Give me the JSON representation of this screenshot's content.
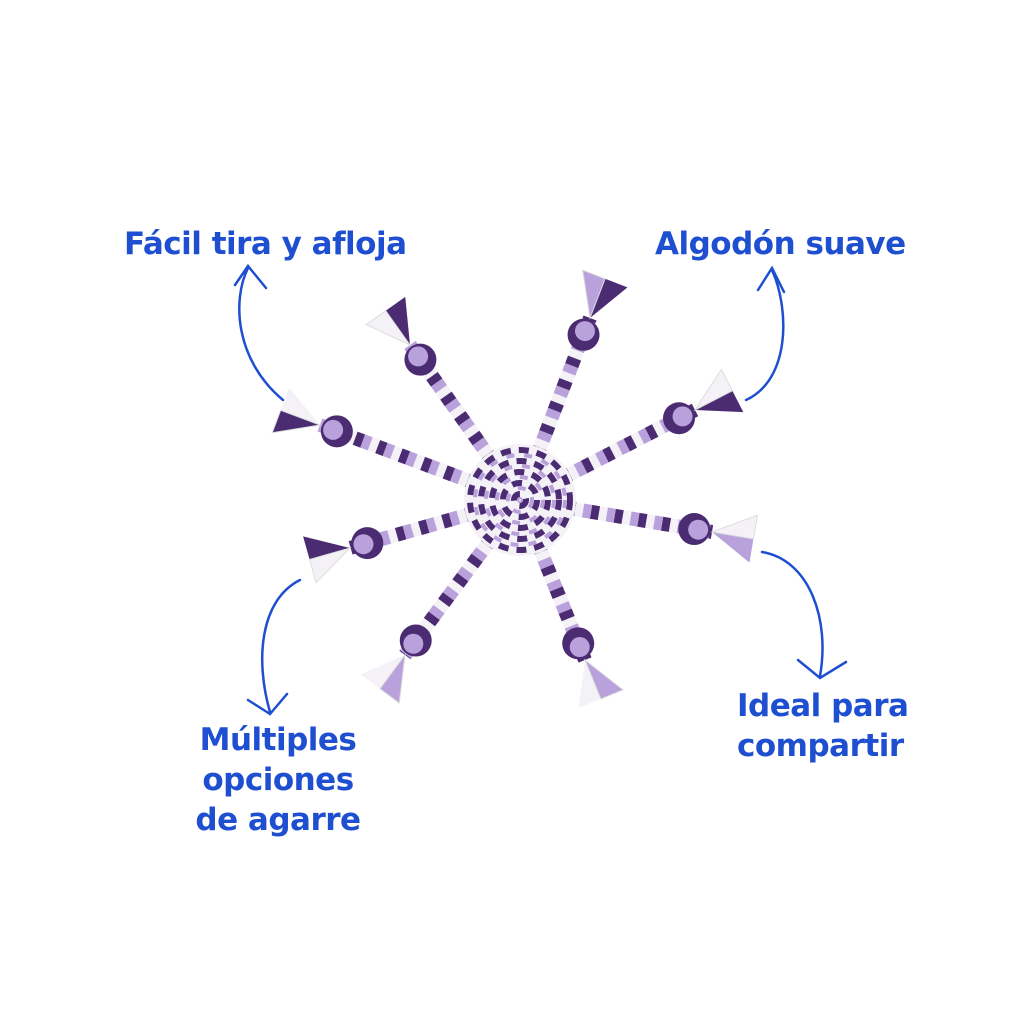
{
  "labels": {
    "top_left": "Fácil tira y afloja",
    "top_right": "Algodón suave",
    "bottom_left_line1": "Múltiples opciones",
    "bottom_left_line2": "de agarre",
    "bottom_right_line1": "Ideal para",
    "bottom_right_line2": "compartir"
  },
  "colors": {
    "text": "#1f4fd1",
    "rope_dark": "#4b2c72",
    "rope_light": "#b9a1dc",
    "rope_white": "#f4f2f7"
  }
}
